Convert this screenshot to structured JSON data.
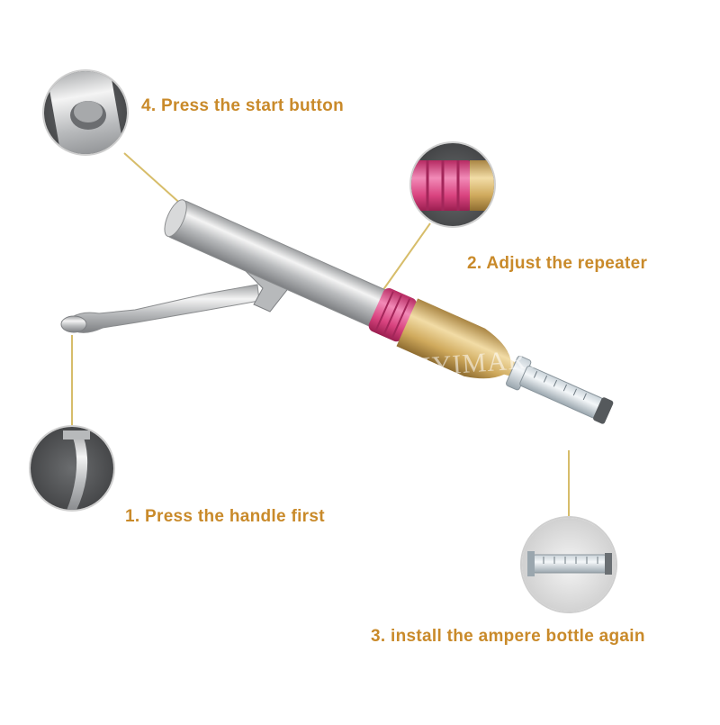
{
  "callouts": [
    {
      "step": "4. Press the start button"
    },
    {
      "step": "2. Adjust the repeater"
    },
    {
      "step": "1. Press the handle first"
    },
    {
      "step": "3. install the ampere bottle again"
    }
  ],
  "watermark": "MEIYIMART",
  "colors": {
    "label_text": "#c98a2a",
    "leader_line": "#d7bd6a",
    "pen_metal": "#c9c9c9",
    "pen_pink": "#d9437f",
    "pen_gold": "#d2ae62"
  },
  "images": {
    "callout_4": "close-up of round start button on metal barrel",
    "callout_2": "close-up of pink ribbed repeater ring next to gold section",
    "callout_1": "close-up of metal hand lever",
    "callout_3": "close-up of clear ampoule syringe"
  }
}
